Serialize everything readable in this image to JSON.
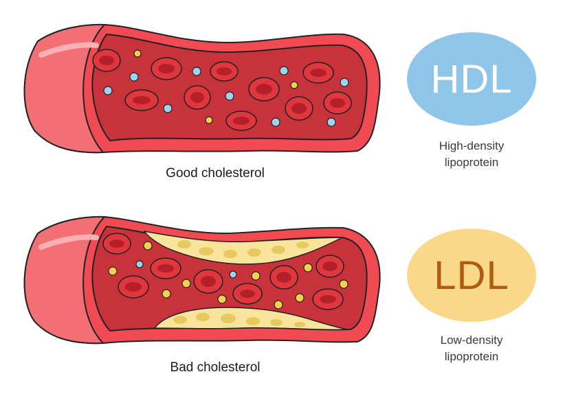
{
  "colors": {
    "vessel_outer": "#f04a52",
    "vessel_inner": "#c8323b",
    "vessel_cut": "#f27075",
    "red_cell": "#e0363e",
    "red_cell_center": "#b51f2a",
    "hdl_particle": "#9dd3ec",
    "ldl_particle": "#f7cf4e",
    "plaque": "#f8e59b",
    "hdl_badge": "#8ec5e8",
    "ldl_badge": "#f9d889"
  },
  "hdl": {
    "caption": "Good cholesterol",
    "badge": "HDL",
    "desc_line1": "High-density",
    "desc_line2": "lipoprotein"
  },
  "ldl": {
    "caption": "Bad cholesterol",
    "badge": "LDL",
    "desc_line1": "Low-density",
    "desc_line2": "lipoprotein"
  }
}
